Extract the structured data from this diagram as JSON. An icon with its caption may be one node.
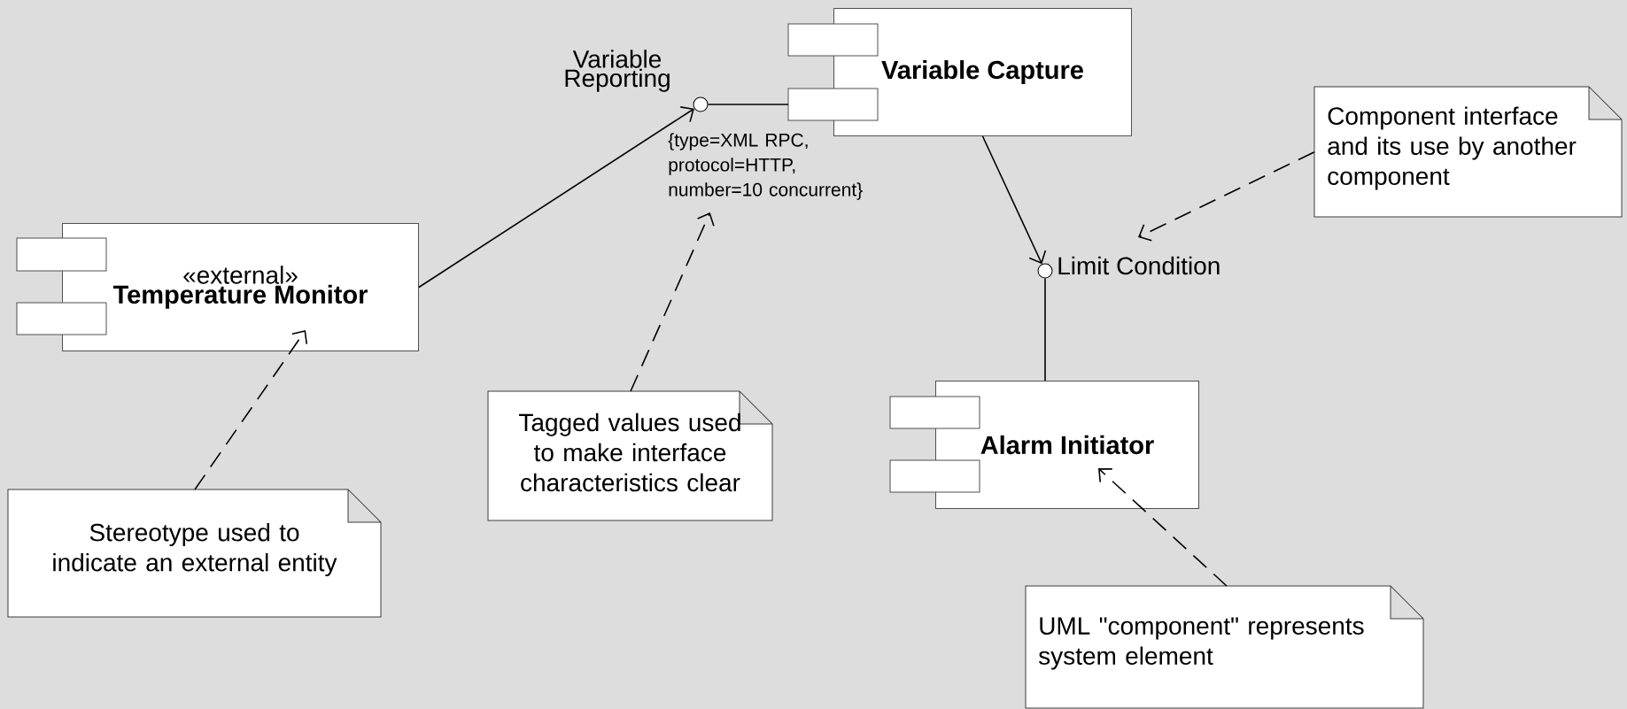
{
  "diagram": {
    "nodes": [
      {
        "text": [
          "Variable Capture"
        ]
      },
      {
        "text": [
          "«external»",
          "Temperature Monitor"
        ]
      },
      {
        "text": [
          "Alarm Initiator"
        ]
      },
      {
        "text": [],
        "shape": "circle",
        "beside": [
          "Variable Reporting"
        ]
      },
      {
        "text": [],
        "shape": "circle",
        "beside": [
          "Limit Condition"
        ]
      },
      {
        "text": [
          "{type=XML RPC, protocol=HTTP, number=10 concurrent}"
        ]
      },
      {
        "text": [
          "Stereotype used to indicate an external entity"
        ]
      },
      {
        "text": [
          "Tagged values used to make interface characteristics clear"
        ]
      },
      {
        "text": [
          "Component interface and its use by another component"
        ]
      },
      {
        "text": [
          "UML \"component\" represents system element"
        ]
      }
    ],
    "edges": [
      {
        "from": 1,
        "to": 3,
        "arrow": "to"
      },
      {
        "from": 3,
        "to": 0,
        "arrow": "none"
      },
      {
        "from": 0,
        "to": 4,
        "arrow": "to"
      },
      {
        "from": 4,
        "to": 2,
        "arrow": "none"
      },
      {
        "from": 6,
        "to": 1,
        "arrow": "to",
        "style": "dashed"
      },
      {
        "from": 7,
        "to": 5,
        "arrow": "to",
        "style": "dashed"
      },
      {
        "from": 8,
        "to": 4,
        "arrow": "to",
        "style": "dashed"
      },
      {
        "from": 9,
        "to": 2,
        "arrow": "to",
        "style": "dashed"
      }
    ]
  }
}
